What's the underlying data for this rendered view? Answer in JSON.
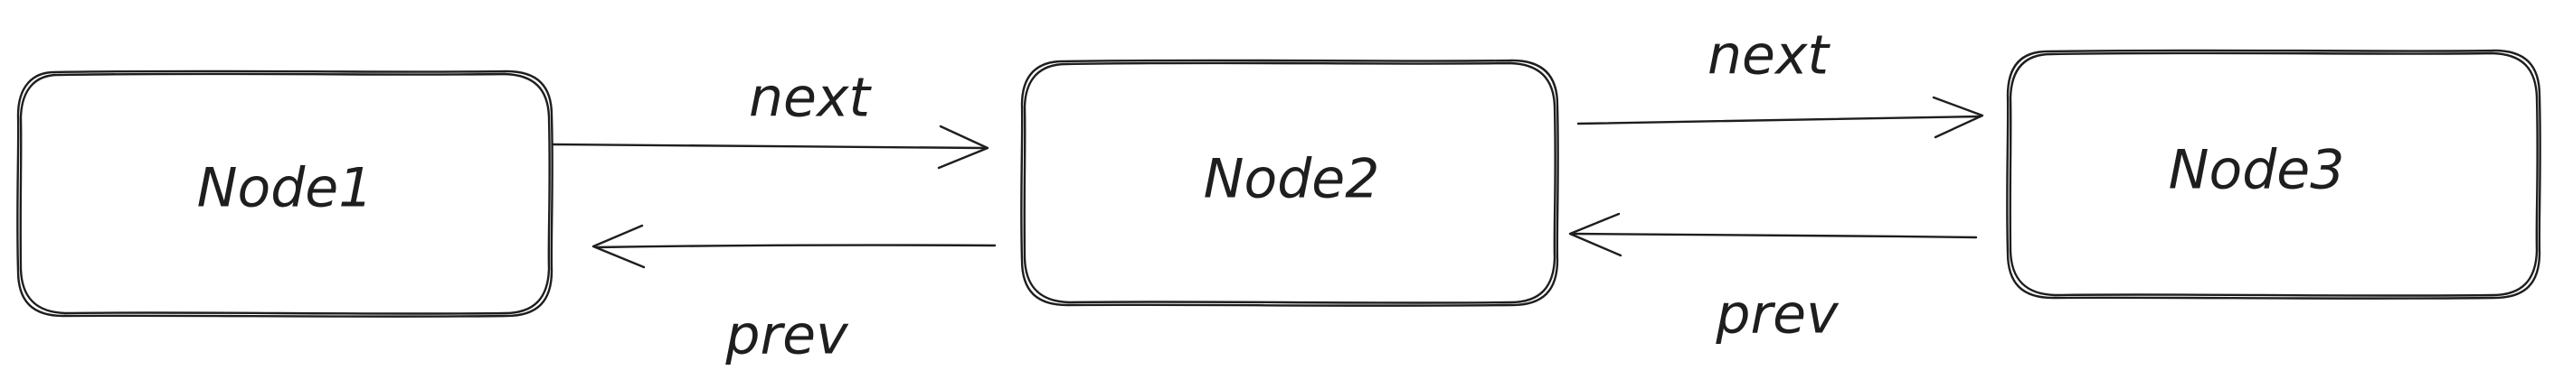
{
  "nodes": [
    {
      "id": "node1",
      "label": "Node1"
    },
    {
      "id": "node2",
      "label": "Node2"
    },
    {
      "id": "node3",
      "label": "Node3"
    }
  ],
  "edges": [
    {
      "id": "node1-node2-next",
      "from": "node1",
      "to": "node2",
      "label": "next"
    },
    {
      "id": "node2-node1-prev",
      "from": "node2",
      "to": "node1",
      "label": "prev"
    },
    {
      "id": "node2-node3-next",
      "from": "node2",
      "to": "node3",
      "label": "next"
    },
    {
      "id": "node3-node2-prev",
      "from": "node3",
      "to": "node2",
      "label": "prev"
    }
  ],
  "colors": {
    "stroke": "#1e1e1e",
    "background": "#ffffff"
  }
}
